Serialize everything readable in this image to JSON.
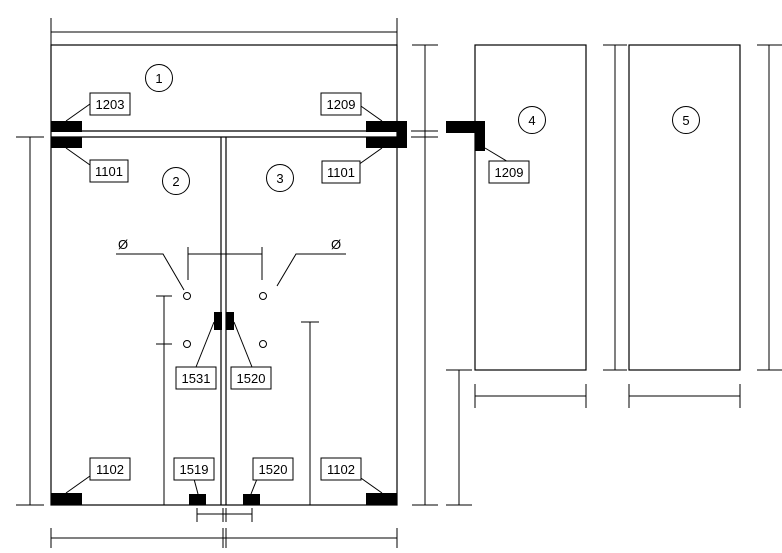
{
  "panel_numbers": {
    "p1": "1",
    "p2": "2",
    "p3": "3",
    "p4": "4",
    "p5": "5"
  },
  "part_labels": {
    "top_left_1203": "1203",
    "top_right_1209": "1209",
    "left_1101": "1101",
    "right_1101": "1101",
    "side_1209": "1209",
    "center_1531": "1531",
    "center_1520": "1520",
    "bottom_left_1102": "1102",
    "bottom_1519": "1519",
    "bottom_1520": "1520",
    "bottom_right_1102": "1102"
  },
  "diameter_symbols": {
    "left": "Ø",
    "right": "Ø"
  }
}
